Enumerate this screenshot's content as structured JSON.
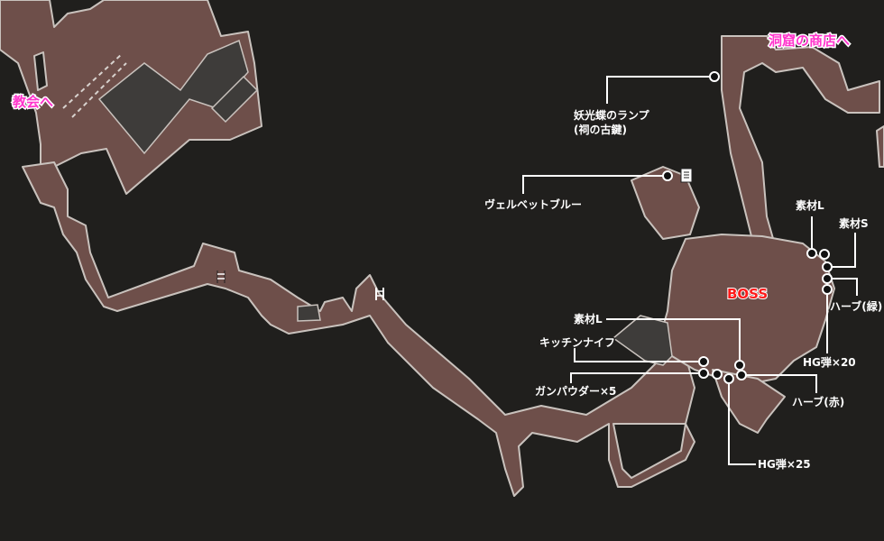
{
  "destinations": {
    "church": "教会へ",
    "cave_shop": "洞窟の商店へ"
  },
  "boss": "BOSS",
  "items": {
    "lamp_line1": "妖光蝶のランプ",
    "lamp_line2": "(祠の古鍵)",
    "velvet_blue": "ヴェルベットブルー",
    "material_l_top": "素材L",
    "material_s": "素材S",
    "herb_green": "ハーブ(緑)",
    "material_l_mid": "素材L",
    "kitchen_knife": "キッチンナイフ",
    "hg_ammo_20": "HG弾×20",
    "gunpowder_5": "ガンパウダー×5",
    "herb_red": "ハーブ(赤)",
    "hg_ammo_25": "HG弾×25"
  },
  "icons": [
    "ladder-icon",
    "document-icon",
    "item-dot-icon"
  ],
  "colors": {
    "background": "#201f1d",
    "area_fill": "#6e4f4a",
    "area_outline": "#c9c2bd",
    "unexplored_fill": "#3e3c3a",
    "destination_text": "#ff33cc",
    "boss_text": "#ff1a1a"
  }
}
